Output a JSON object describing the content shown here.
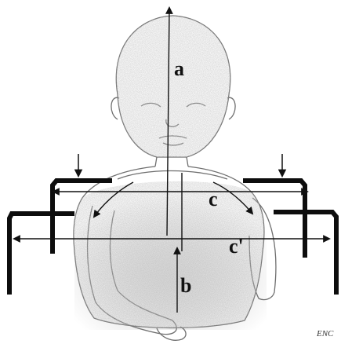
{
  "labels": {
    "a": "a",
    "b": "b",
    "c": "c",
    "c_prime": "c'"
  },
  "signature": "ENC",
  "colors": {
    "ink": "#111111",
    "sketch": "#6f6f6f",
    "shade": "#9a9a9a",
    "bracket": "#0d0d0d"
  }
}
